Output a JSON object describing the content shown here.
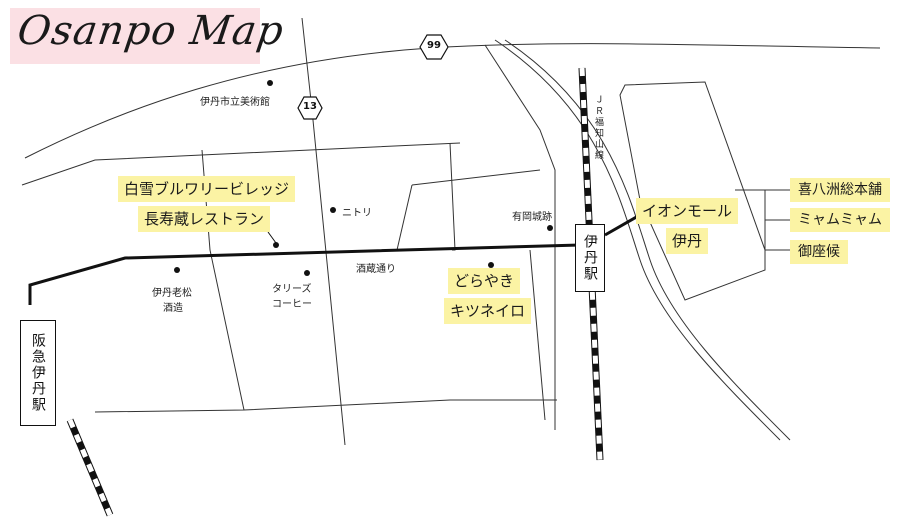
{
  "title": "Osanpo Map",
  "routes": {
    "route99": "99",
    "route13": "13"
  },
  "rail_line": "ＪＲ福知山線",
  "stations": {
    "hankyu_itami": "阪急伊丹駅",
    "jr_itami": "伊丹駅"
  },
  "places": {
    "museum": "伊丹市立美術館",
    "nitori": "ニトリ",
    "arioka_castle": "有岡城跡",
    "sakagura_dori": "酒蔵通り",
    "oimatsu_line1": "伊丹老松",
    "oimatsu_line2": "酒造",
    "tullys_line1": "タリーズ",
    "tullys_line2": "コーヒー"
  },
  "highlights": {
    "shirayuki_village": "白雪ブルワリービレッジ",
    "chojugura_restaurant": "長寿蔵レストラン",
    "dorayaki": "どらやき",
    "kitsuneiro": "キツネイロ",
    "aeon_mall_line1": "イオンモール",
    "aeon_mall_line2": "伊丹"
  },
  "shops": [
    "喜八洲総本舗",
    "ミャムミャム",
    "御座候"
  ],
  "colors": {
    "highlight": "#fbf3a4",
    "title_bg": "#fbe0e4",
    "line": "#222222"
  }
}
